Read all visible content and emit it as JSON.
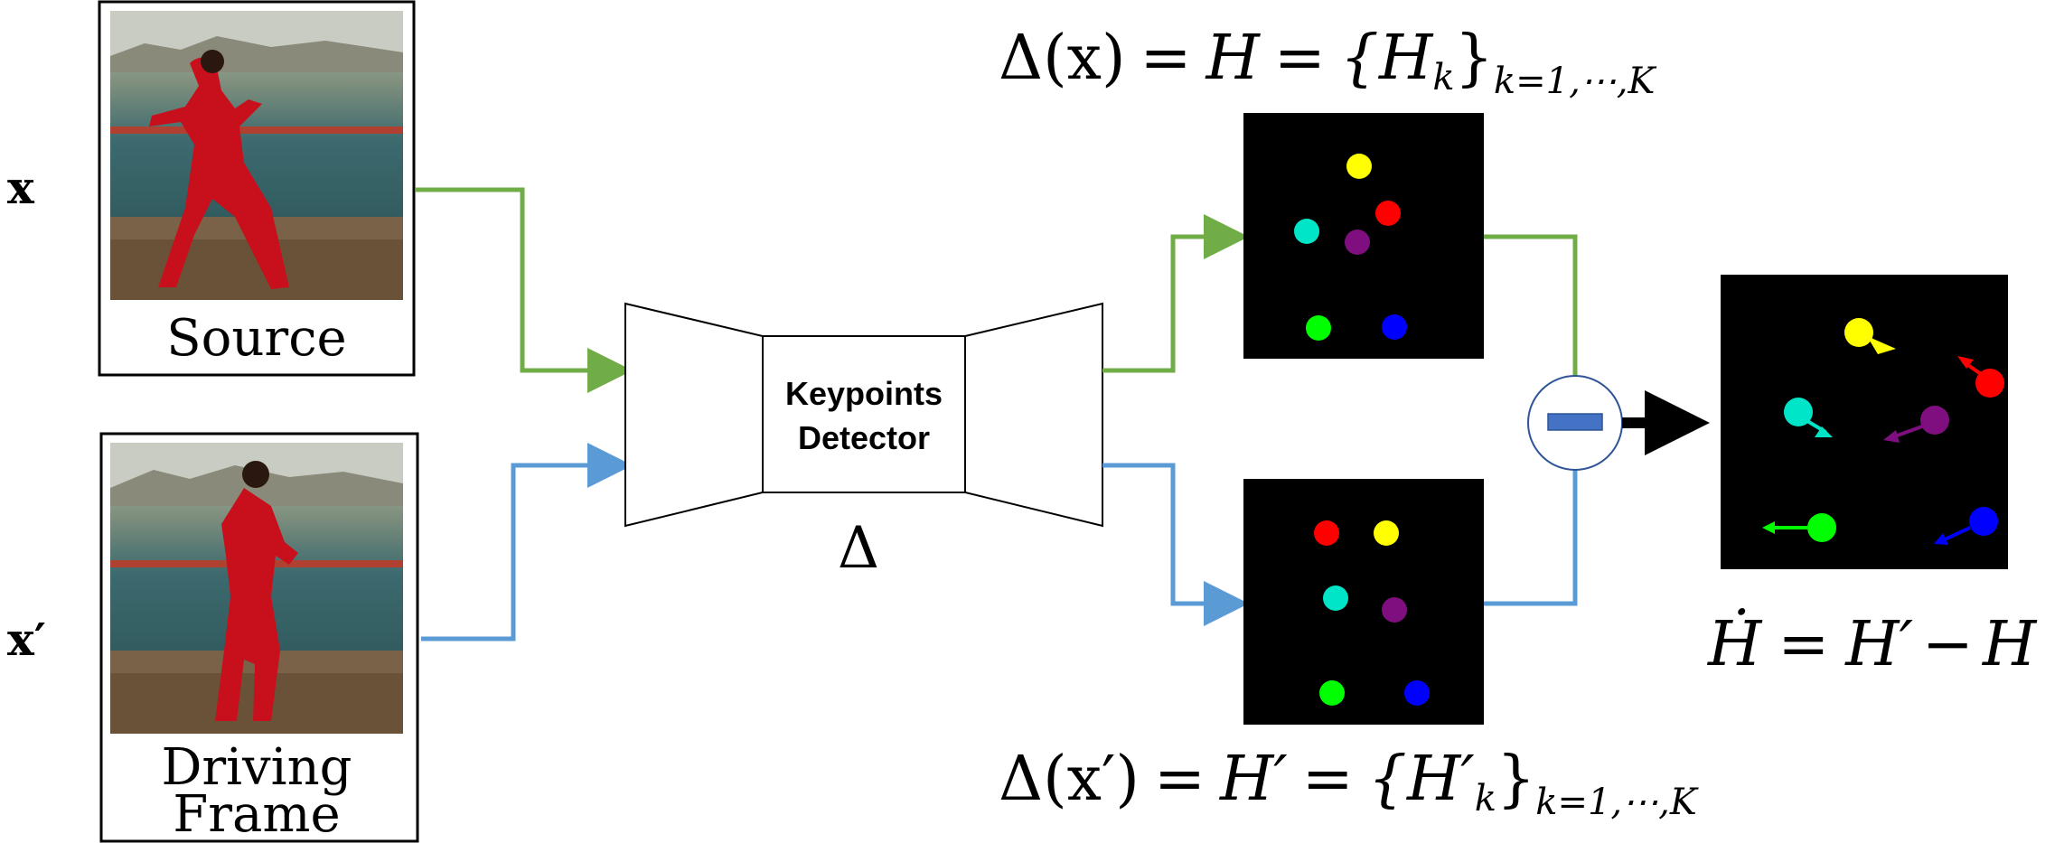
{
  "inputs": {
    "source": {
      "var": "x",
      "caption": "Source",
      "photo": "tai-chi-performer-source-photo"
    },
    "driving": {
      "var": "x′",
      "caption_line1": "Driving",
      "caption_line2": "Frame",
      "photo": "tai-chi-performer-driving-photo"
    }
  },
  "detector": {
    "label_line1": "Keypoints",
    "label_line2": "Detector",
    "symbol": "Δ"
  },
  "heatmaps": {
    "source_equation": {
      "lhs": "Δ(x)",
      "eq1": "=",
      "mid": "H",
      "eq2": "=",
      "set_open": "{H",
      "set_sub": "k",
      "set_close": "}",
      "index": "k=1,⋯,K"
    },
    "driving_equation": {
      "lhs": "Δ(x′)",
      "eq1": "=",
      "mid": "H′",
      "eq2": "=",
      "set_open": "{H′",
      "set_sub": "k",
      "set_close": "}",
      "index": "k=1,⋯,K"
    }
  },
  "difference": {
    "operator": "minus-icon",
    "result_equation": {
      "lhs": "Ḣ",
      "eq1": "=",
      "term1": "H′",
      "op": "−",
      "term2": "H"
    }
  },
  "colors": {
    "source_path": "#70ad47",
    "driving_path": "#5b9bd5",
    "operator_fill": "#4472c4",
    "keypoint_yellow": "#ffff00",
    "keypoint_red": "#ff0000",
    "keypoint_cyan": "#00e5c8",
    "keypoint_purple": "#7f0f7e",
    "keypoint_green": "#00ff00",
    "keypoint_blue": "#0000ff"
  }
}
